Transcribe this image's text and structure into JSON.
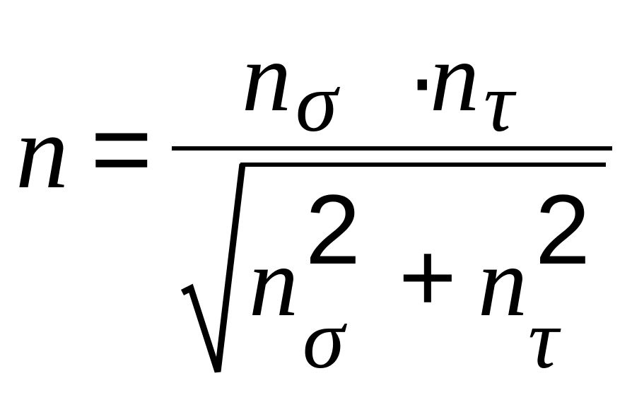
{
  "formula": {
    "lhs": "n",
    "equals": "=",
    "numerator": {
      "base_1": "n",
      "subscript_1": "σ",
      "operator": "·",
      "base_2": "n",
      "subscript_2": "τ"
    },
    "denominator": {
      "radical": "√",
      "term_1": {
        "base": "n",
        "subscript": "σ",
        "exponent": "2"
      },
      "plus": "+",
      "term_2": {
        "base": "n",
        "subscript": "τ",
        "exponent": "2"
      }
    }
  }
}
